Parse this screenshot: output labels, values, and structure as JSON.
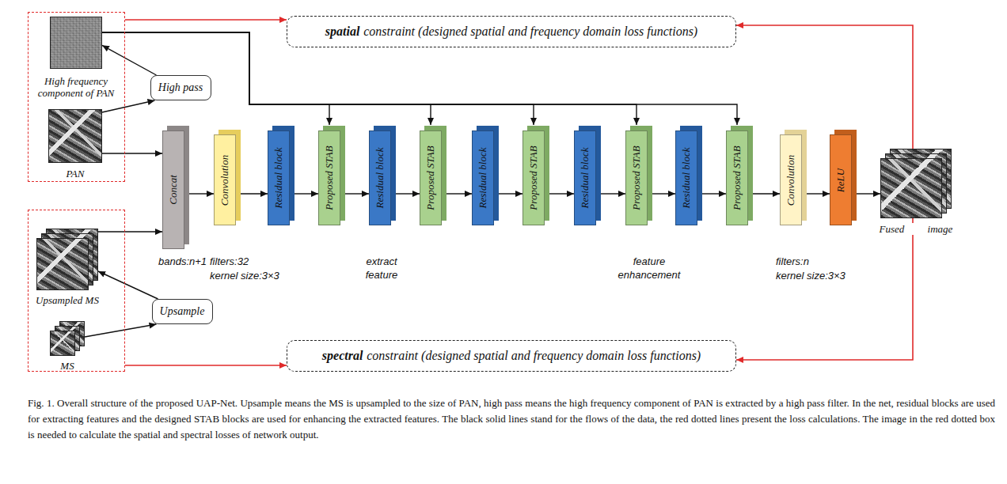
{
  "diagram": {
    "caption": "Fig. 1. Overall structure of the proposed UAP-Net. Upsample means the MS is upsampled to the size of PAN, high pass means the high frequency component of PAN is extracted by a high pass filter. In the net, residual blocks are used for extracting features and the designed STAB blocks are used for enhancing the extracted features. The black solid lines stand for the flows of the data, the red dotted lines present the loss calculations. The image in the red dotted box is needed to calculate the spatial and spectral losses of network output.",
    "nodes": [
      {
        "text": []
      },
      {
        "text": [
          "High frequency component of PAN"
        ],
        "in": 0
      },
      {
        "text": [
          "PAN"
        ],
        "in": 0
      },
      {
        "text": []
      },
      {
        "text": [
          "Upsampled MS"
        ],
        "in": 3
      },
      {
        "text": [
          "MS"
        ],
        "in": 3
      },
      {
        "text": [
          "High pass"
        ]
      },
      {
        "text": [
          "Upsample"
        ]
      },
      {
        "text": [
          "spatial",
          "constraint (designed spatial and frequency domain loss functions)"
        ]
      },
      {
        "text": [
          "Concat"
        ]
      },
      {
        "text": [
          "Convolution"
        ]
      },
      {
        "text": [
          "Residual block"
        ]
      },
      {
        "text": [
          "Proposed STAB"
        ]
      },
      {
        "text": [
          "Residual block"
        ]
      },
      {
        "text": [
          "Proposed STAB"
        ]
      },
      {
        "text": [
          "Residual block"
        ]
      },
      {
        "text": [
          "Proposed STAB"
        ]
      },
      {
        "text": [
          "Residual block"
        ]
      },
      {
        "text": [
          "Proposed STAB"
        ]
      },
      {
        "text": [
          "Residual block"
        ]
      },
      {
        "text": [
          "Proposed STAB"
        ]
      },
      {
        "text": [
          "Convolution"
        ]
      },
      {
        "text": [
          "ReLU"
        ]
      },
      {
        "text": [
          "Fused image"
        ]
      },
      {
        "text": [
          "spectral",
          "constraint (designed spatial and frequency domain loss functions)"
        ]
      }
    ],
    "edges": [
      {
        "from": 2,
        "to": 6,
        "arrow": "to"
      },
      {
        "from": 6,
        "to": 1,
        "arrow": "to"
      },
      {
        "from": 5,
        "to": 7,
        "arrow": "to"
      },
      {
        "from": 7,
        "to": 4,
        "arrow": "to"
      },
      {
        "from": 2,
        "to": 9,
        "arrow": "to"
      },
      {
        "from": 4,
        "to": 9,
        "arrow": "to"
      },
      {
        "from": 9,
        "to": 10,
        "arrow": "to"
      },
      {
        "from": 10,
        "to": 11,
        "arrow": "to"
      },
      {
        "from": 11,
        "to": 12,
        "arrow": "to"
      },
      {
        "from": 12,
        "to": 13,
        "arrow": "to"
      },
      {
        "from": 13,
        "to": 14,
        "arrow": "to"
      },
      {
        "from": 14,
        "to": 15,
        "arrow": "to"
      },
      {
        "from": 15,
        "to": 16,
        "arrow": "to"
      },
      {
        "from": 16,
        "to": 17,
        "arrow": "to"
      },
      {
        "from": 17,
        "to": 18,
        "arrow": "to"
      },
      {
        "from": 18,
        "to": 19,
        "arrow": "to"
      },
      {
        "from": 19,
        "to": 20,
        "arrow": "to"
      },
      {
        "from": 20,
        "to": 21,
        "arrow": "to"
      },
      {
        "from": 21,
        "to": 22,
        "arrow": "to"
      },
      {
        "from": 22,
        "to": 23,
        "arrow": "to"
      },
      {
        "from": 1,
        "to": 12,
        "arrow": "to"
      },
      {
        "from": 1,
        "to": 14,
        "arrow": "to"
      },
      {
        "from": 1,
        "to": 16,
        "arrow": "to"
      },
      {
        "from": 1,
        "to": 18,
        "arrow": "to"
      },
      {
        "from": 1,
        "to": 20,
        "arrow": "to"
      },
      {
        "from": 0,
        "to": 8,
        "arrow": "to"
      },
      {
        "from": 23,
        "to": 8,
        "arrow": "to"
      },
      {
        "from": 3,
        "to": 24,
        "arrow": "to"
      },
      {
        "from": 23,
        "to": 24,
        "arrow": "to"
      }
    ],
    "labels": [
      "bands:n+1",
      "filters:32",
      "kernel size:3×3",
      "extract feature",
      "feature enhancement",
      "filters:n",
      "kernel size:3×3"
    ]
  }
}
